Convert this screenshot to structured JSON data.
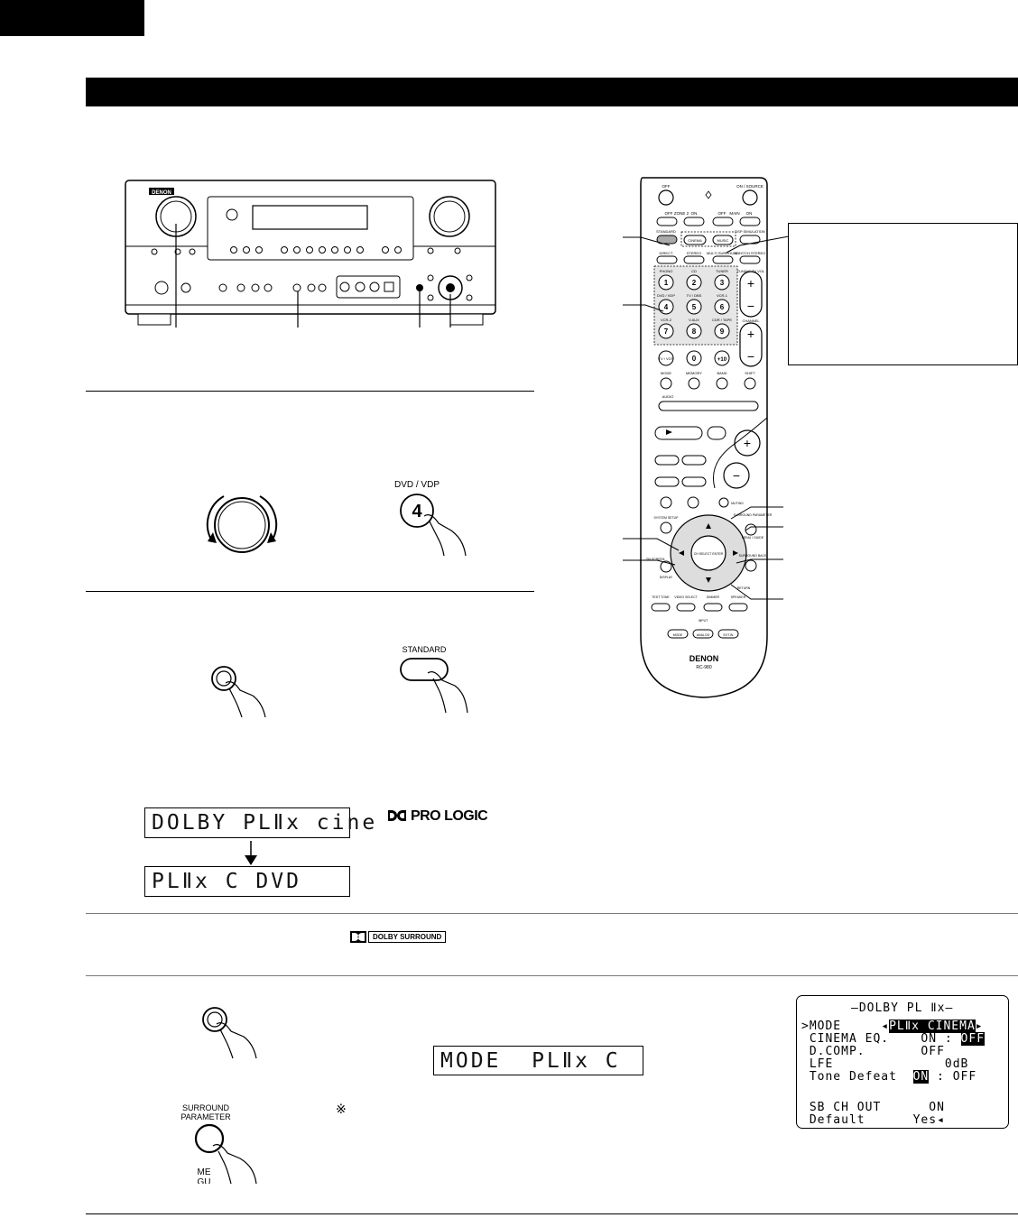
{
  "front_panel": {
    "brand": "DENON"
  },
  "illustrations": {
    "input_button_label": "DVD / VDP",
    "input_button_number": "4",
    "standard_button_label": "STANDARD",
    "surround_param_label_line1": "SURROUND",
    "surround_param_label_line2": "PARAMETER",
    "menu_guide_fragment": "ME\nGU"
  },
  "displays": {
    "lcd_1": "DOLBY PLⅡx cine",
    "lcd_2": "PLⅡx C DVD",
    "lcd_3": "MODE  PLⅡx C"
  },
  "logos": {
    "pro_logic": "PRO LOGIC",
    "dolby_surround": "DOLBY SURROUND"
  },
  "reference_mark": "※",
  "osd": {
    "title": "—DOLBY PL Ⅱx—",
    "rows": [
      {
        "label": ">MODE",
        "value": "PLⅡx CINEMA",
        "style": "selector"
      },
      {
        "label": " CINEMA EQ.",
        "value_on": "ON",
        "sep": " : ",
        "value_off": "OFF",
        "highlight": "off"
      },
      {
        "label": " D.COMP.",
        "value": "OFF"
      },
      {
        "label": " LFE",
        "value": "0dB"
      },
      {
        "label": " Tone Defeat",
        "value_on": "ON",
        "sep": " : ",
        "value_off": "OFF",
        "highlight": "on"
      },
      {
        "label": " SB CH OUT",
        "value": "ON"
      },
      {
        "label": " Default",
        "value": "Yes◂"
      }
    ]
  },
  "remote": {
    "brand": "DENON",
    "model": "RC-980",
    "top_labels": [
      "OFF",
      "ON / SOURCE",
      "OFF",
      "ZONE 2",
      "ON",
      "OFF",
      "MAIN",
      "ON"
    ],
    "mode_labels": [
      "STANDARD",
      "CINEMA",
      "MUSIC",
      "DSP SIMULATION",
      "DIRECT",
      "STEREO",
      "5CH/7CH STEREO",
      "MULTI SURROUND"
    ],
    "input_labels": [
      "PHONO",
      "CD",
      "TUNER",
      "DVD / VDP",
      "TV / DBS",
      "VCR-1",
      "VCR-2",
      "V.AUX",
      "CDR / TAPE"
    ],
    "numbers": [
      "1",
      "2",
      "3",
      "4",
      "5",
      "6",
      "7",
      "8",
      "9",
      "0",
      "+10"
    ],
    "side_labels": [
      "TUNING TV VOL",
      "CHANNEL"
    ],
    "misc_labels": [
      "TV / VCR",
      "MODE",
      "MEMORY",
      "BAND",
      "SHIFT",
      "AUDIO",
      "MUTING",
      "SURROUND PARAMETER",
      "MENU / GUIDE",
      "SYSTEM SETUP",
      "ON SCREEN",
      "DISPLAY",
      "SURROUND BACK",
      "RETURN",
      "TEST TONE",
      "VIDEO SELECT",
      "DIMMER",
      "SPEAKER",
      "INPUT",
      "ANALOG",
      "EXT.IN"
    ],
    "center_label": "CH SELECT ENTER"
  }
}
